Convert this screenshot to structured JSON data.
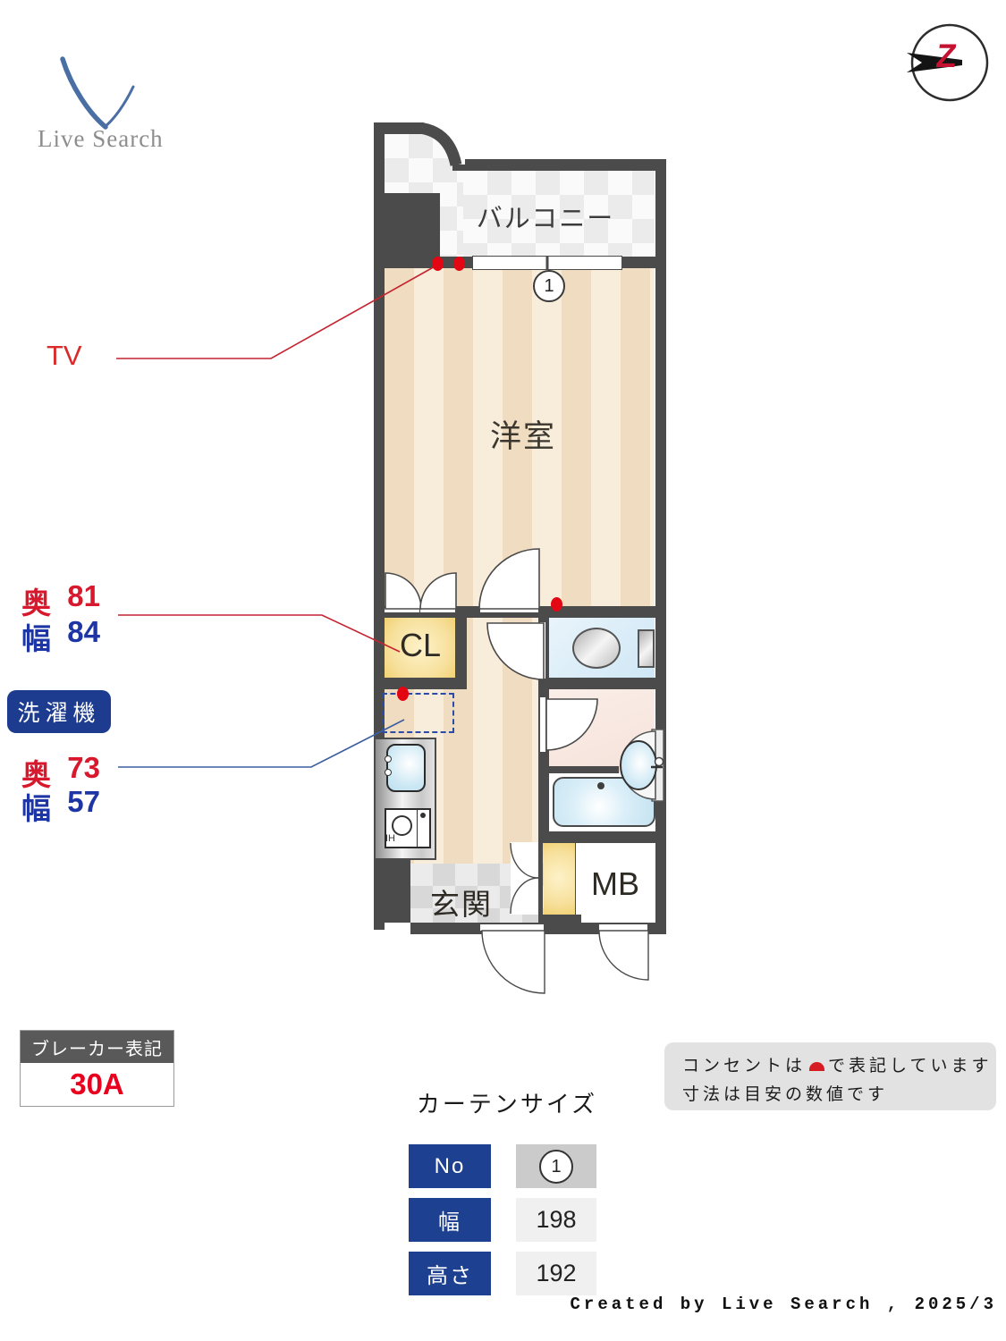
{
  "logo": {
    "text": "Live Search"
  },
  "compass": {
    "letter": "Z"
  },
  "floorplan": {
    "rooms": {
      "balcony": "バルコニー",
      "living": "洋室",
      "closet": "CL",
      "entrance": "玄関",
      "meter_box": "MB",
      "kitchen_ih": "IH"
    },
    "window_marker": "1"
  },
  "annotations": {
    "tv_label": "TV",
    "closet_dims": {
      "depth_label": "奥",
      "depth": "81",
      "width_label": "幅",
      "width": "84"
    },
    "washer": {
      "badge": "洗濯機",
      "depth_label": "奥",
      "depth": "73",
      "width_label": "幅",
      "width": "57"
    }
  },
  "breaker": {
    "title": "ブレーカー表記",
    "value": "30A"
  },
  "note": {
    "line1_pre": "コンセントは",
    "line1_post": "で表記しています",
    "line2": "寸法は目安の数値です"
  },
  "curtain": {
    "title": "カーテンサイズ",
    "rows": [
      {
        "label": "No",
        "value": "1"
      },
      {
        "label": "幅",
        "value": "198"
      },
      {
        "label": "高さ",
        "value": "192"
      }
    ]
  },
  "footer": {
    "credit": "Created by Live Search , 2025/3"
  },
  "colors": {
    "wall": "#4b4b4b",
    "outlet_red": "#e30613",
    "dim_red": "#d7182d",
    "dim_blue": "#1d35a5",
    "badge_navy": "#1e3c8f",
    "table_navy": "#1e4090",
    "breaker_red": "#e8001e",
    "logo_blue": "#4a6fa5"
  }
}
